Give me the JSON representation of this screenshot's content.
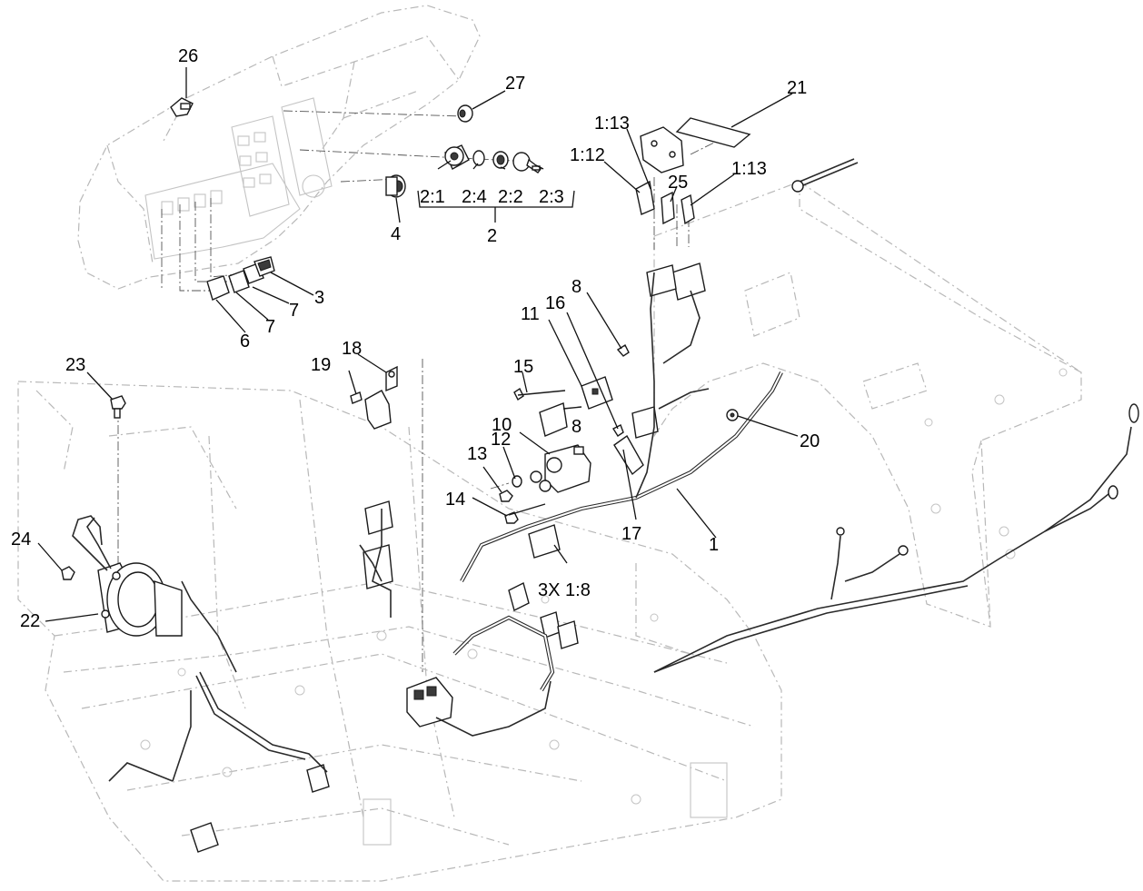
{
  "callouts": {
    "c1": "1",
    "c2": "2",
    "c2_1": "2:1",
    "c2_2": "2:2",
    "c2_3": "2:3",
    "c2_4": "2:4",
    "c3": "3",
    "c3x18": "3X 1:8",
    "c4": "4",
    "c6": "6",
    "c7a": "7",
    "c7b": "7",
    "c8a": "8",
    "c8b": "8",
    "c10": "10",
    "c11": "11",
    "c12": "12",
    "c13": "13",
    "c14": "14",
    "c15": "15",
    "c16": "16",
    "c17": "17",
    "c18": "18",
    "c19": "19",
    "c20": "20",
    "c21": "21",
    "c22": "22",
    "c23": "23",
    "c24": "24",
    "c25": "25",
    "c26": "26",
    "c27": "27",
    "c1_12": "1:12",
    "c1_13a": "1:13",
    "c1_13b": "1:13"
  }
}
